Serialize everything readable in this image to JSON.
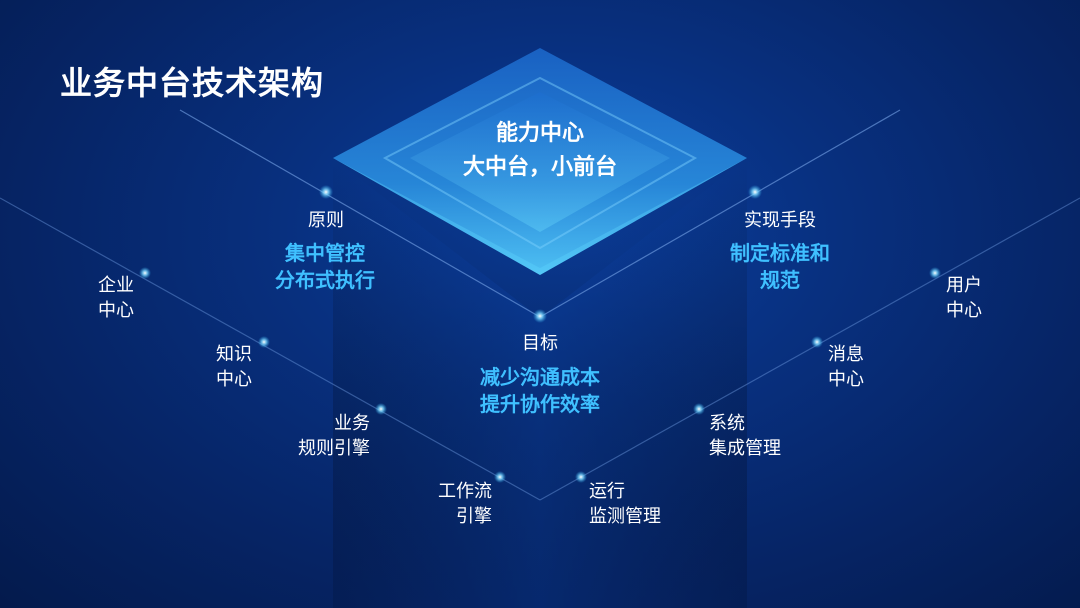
{
  "title": "业务中台技术架构",
  "center": {
    "line1": "能力中心",
    "line2": "大中台，小前台"
  },
  "principle": {
    "label": "原则",
    "line1": "集中管控",
    "line2": "分布式执行"
  },
  "means": {
    "label": "实现手段",
    "line1": "制定标准和",
    "line2": "规范"
  },
  "goal": {
    "label": "目标",
    "line1": "减少沟通成本",
    "line2": "提升协作效率"
  },
  "left_nodes": [
    {
      "line1": "企业",
      "line2": "中心"
    },
    {
      "line1": "知识",
      "line2": "中心"
    },
    {
      "line1": "业务",
      "line2": "规则引擎"
    },
    {
      "line1": "工作流",
      "line2": "引擎"
    }
  ],
  "right_nodes": [
    {
      "line1": "用户",
      "line2": "中心"
    },
    {
      "line1": "消息",
      "line2": "中心"
    },
    {
      "line1": "系统",
      "line2": "集成管理"
    },
    {
      "line1": "运行",
      "line2": "监测管理"
    }
  ],
  "colors": {
    "highlight": "#3fc0ff",
    "background": "#062567",
    "prism": "#2aa8e8"
  }
}
